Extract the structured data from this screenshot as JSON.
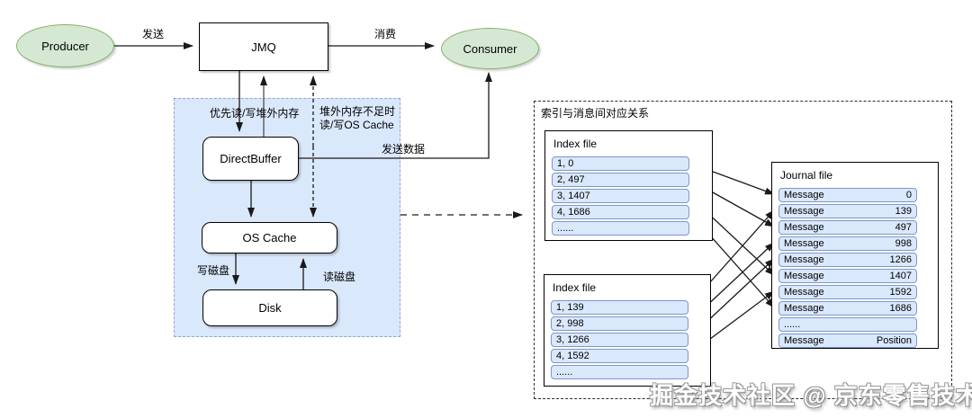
{
  "flow": {
    "producer": "Producer",
    "jmq": "JMQ",
    "consumer": "Consumer",
    "send_label": "发送",
    "consume_label": "消费"
  },
  "memory_region": {
    "direct_buffer": "DirectBuffer",
    "os_cache": "OS Cache",
    "disk": "Disk",
    "labels": {
      "prefer_offheap": "优先读/写堆外内存",
      "offheap_insufficient_line1": "堆外内存不足时",
      "offheap_insufficient_line2": "读/写OS Cache",
      "send_data": "发送数据",
      "write_disk": "写磁盘",
      "read_disk": "读磁盘"
    }
  },
  "index_panel": {
    "title": "索引与消息间对应关系",
    "index_files": [
      {
        "title": "Index file",
        "rows": [
          "1, 0",
          "2, 497",
          "3, 1407",
          "4, 1686",
          "......"
        ]
      },
      {
        "title": "Index file",
        "rows": [
          "1, 139",
          "2, 998",
          "3, 1266",
          "4, 1592",
          "......"
        ]
      }
    ],
    "journal_file": {
      "title": "Journal file",
      "rows": [
        {
          "label": "Message",
          "value": "0"
        },
        {
          "label": "Message",
          "value": "139"
        },
        {
          "label": "Message",
          "value": "497"
        },
        {
          "label": "Message",
          "value": "998"
        },
        {
          "label": "Message",
          "value": "1266"
        },
        {
          "label": "Message",
          "value": "1407"
        },
        {
          "label": "Message",
          "value": "1592"
        },
        {
          "label": "Message",
          "value": "1686"
        },
        {
          "label": "......",
          "value": ""
        },
        {
          "label": "Message",
          "value": "Position"
        }
      ]
    },
    "connections": [
      {
        "file": 0,
        "row": 0,
        "journal_row": 0
      },
      {
        "file": 0,
        "row": 1,
        "journal_row": 2
      },
      {
        "file": 0,
        "row": 2,
        "journal_row": 5
      },
      {
        "file": 0,
        "row": 3,
        "journal_row": 7
      },
      {
        "file": 1,
        "row": 0,
        "journal_row": 1
      },
      {
        "file": 1,
        "row": 1,
        "journal_row": 3
      },
      {
        "file": 1,
        "row": 2,
        "journal_row": 4
      },
      {
        "file": 1,
        "row": 3,
        "journal_row": 6
      }
    ]
  },
  "watermark": "掘金技术社区 @ 京东零售技术",
  "colors": {
    "node_green_fill": "#d5e8d4",
    "node_green_stroke": "#82b366",
    "region_blue_fill": "#dae8fc",
    "row_blue_fill": "#dae8fc",
    "row_blue_stroke": "#7e96c8",
    "wire": "#1a1a1a"
  }
}
